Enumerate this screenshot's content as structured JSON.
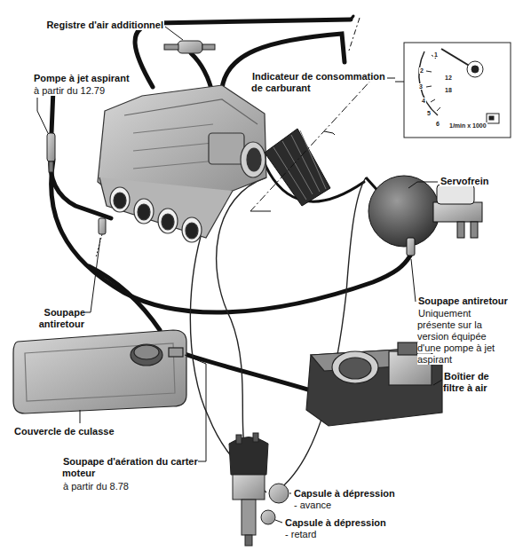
{
  "diagram": {
    "labels": [
      "Registre d'air additionnel",
      "Pompe à jet aspirant",
      "à partir du 12.79",
      "Indicateur de consommation de carburant",
      "Servofrein",
      "Soupape antiretour",
      "Uniquement présente sur la version équipée d'une pompe à jet aspirant",
      "Boîtier de filtre à air",
      "Soupape antiretour",
      "Couvercle de culasse",
      "Soupape d'aération du carter moteur",
      "à partir du 8.78",
      "Capsule à dépression",
      "- avance",
      "Capsule à dépression",
      "- retard",
      "1",
      "2",
      "3",
      "4",
      "5",
      "6",
      "12",
      "18",
      "1/min x 1000"
    ]
  }
}
